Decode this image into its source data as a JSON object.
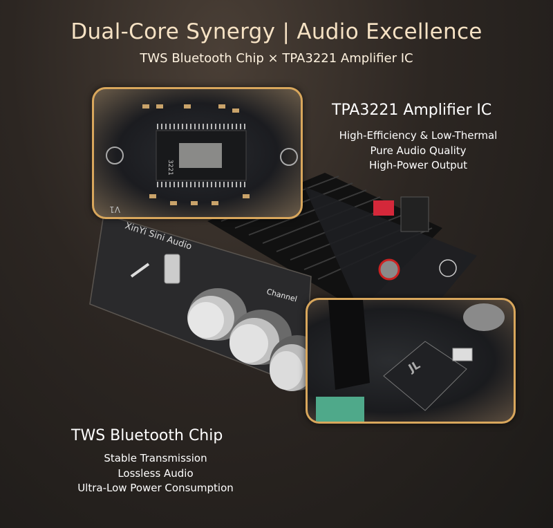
{
  "header": {
    "title": "Dual-Core Synergy | Audio Excellence",
    "subtitle": "TWS Bluetooth Chip × TPA3221 Amplifier IC"
  },
  "amplifier": {
    "heading": "TPA3221 Amplifier IC",
    "features": [
      "High-Efficiency & Low-Thermal",
      "Pure Audio Quality",
      "High-Power Output"
    ]
  },
  "bluetooth": {
    "heading": "TWS Bluetooth Chip",
    "features": [
      "Stable Transmission",
      "Lossless Audio",
      "Ultra-Low Power Consumption"
    ]
  },
  "product": {
    "brand_print": "XinYi Sini Audio",
    "knob_label": "Channel",
    "chip_marking": "3221",
    "board_version": "V1"
  },
  "colors": {
    "accent_border": "#d9a75c",
    "title_text": "#f6e2c4"
  }
}
